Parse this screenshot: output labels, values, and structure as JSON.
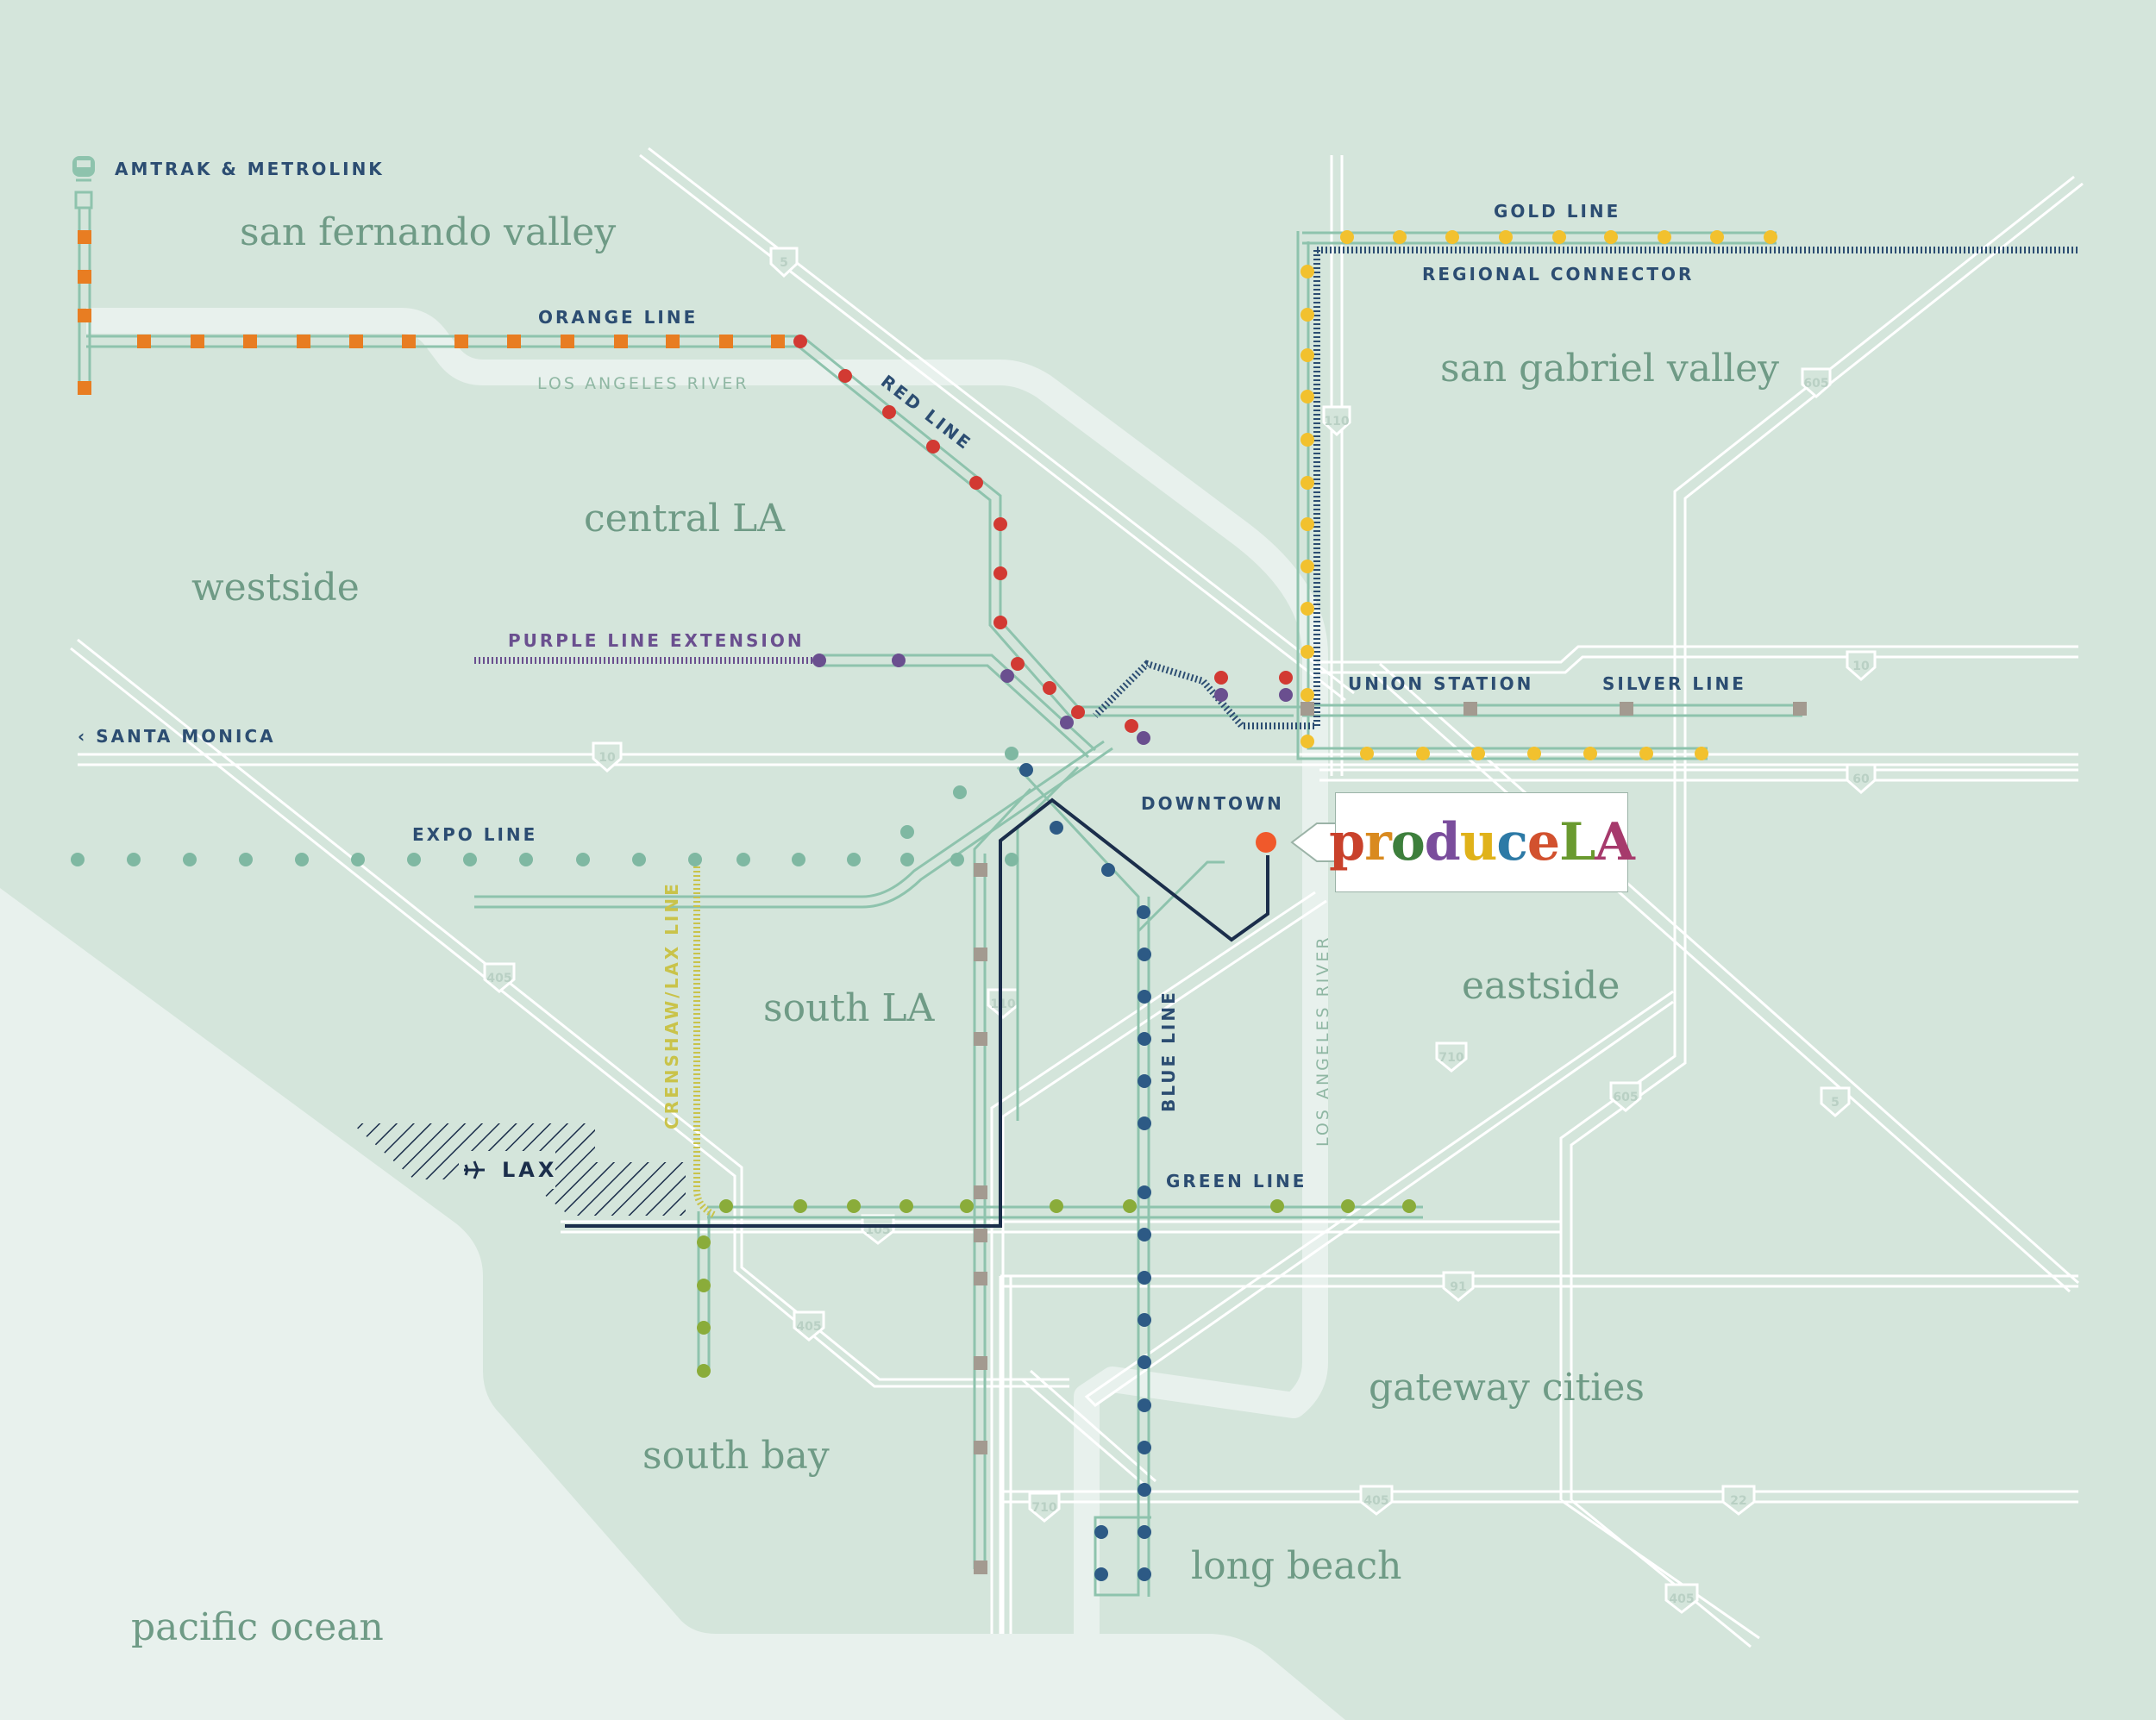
{
  "regions": {
    "san_fernando_valley": "san fernando valley",
    "san_gabriel_valley": "san gabriel valley",
    "central_la": "central LA",
    "westside": "westside",
    "south_la": "south LA",
    "eastside": "eastside",
    "gateway_cities": "gateway cities",
    "south_bay": "south bay",
    "long_beach": "long beach",
    "pacific_ocean": "pacific ocean"
  },
  "lines": {
    "amtrak": "AMTRAK & METROLINK",
    "orange": "ORANGE LINE",
    "red": "RED LINE",
    "purple": "PURPLE LINE EXTENSION",
    "gold": "GOLD LINE",
    "regional": "REGIONAL CONNECTOR",
    "union": "UNION STATION",
    "silver": "SILVER LINE",
    "expo": "EXPO LINE",
    "crenshaw": "CRENSHAW/LAX LINE",
    "blue": "BLUE LINE",
    "green": "GREEN LINE",
    "downtown": "DOWNTOWN",
    "santa_monica": "‹ SANTA MONICA"
  },
  "rivers": {
    "top": "LOS ANGELES RIVER",
    "vertical": "LOS ANGELES RIVER"
  },
  "airport": {
    "label": "LAX"
  },
  "freeways": {
    "i5_north": "5",
    "i110_north": "110",
    "i605_north": "605",
    "i10_east": "10",
    "i60": "60",
    "i10_west": "10",
    "i405_north": "405",
    "i110_south": "110",
    "i710": "710",
    "i605_south": "605",
    "i5_south": "5",
    "i105": "105",
    "i91": "91",
    "i405_south": "405",
    "i710_south": "710",
    "i405_east": "405",
    "i22": "22",
    "i405_far": "405"
  },
  "brand": {
    "letters": [
      "p",
      "r",
      "o",
      "d",
      "u",
      "c",
      "e",
      "L",
      "A"
    ]
  },
  "colors": {
    "land": "#d4e5db",
    "ocean": "#e8f1ed",
    "road": "#ffffff",
    "track": "#8ec3ad",
    "orange": "#e87d22",
    "red": "#d23a33",
    "purple": "#6a4f8f",
    "gold": "#f2c12e",
    "regional": "#2c4d72",
    "silver": "#a39a90",
    "expo": "#7fb8a2",
    "crenshaw": "#c9c34a",
    "blue": "#2d5a85",
    "green": "#8aac3a",
    "marker": "#f0592b",
    "label": "#2c4d72"
  }
}
